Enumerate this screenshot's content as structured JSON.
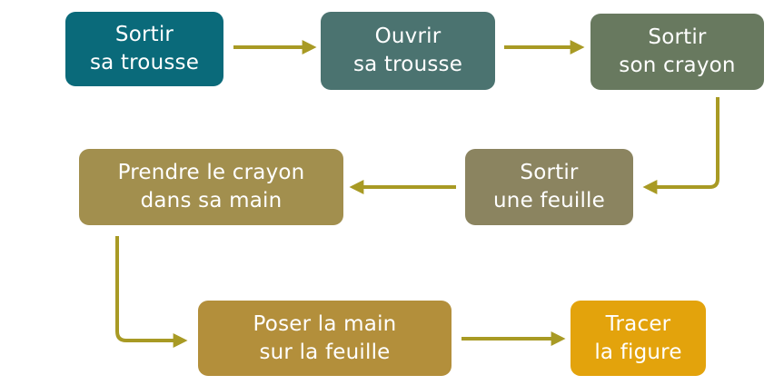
{
  "steps": [
    {
      "id": "sortir-trousse",
      "lines": [
        "Sortir",
        "sa trousse"
      ],
      "color": "#0a6a7a"
    },
    {
      "id": "ouvrir-trousse",
      "lines": [
        "Ouvrir",
        "sa trousse"
      ],
      "color": "#4b7370"
    },
    {
      "id": "sortir-crayon",
      "lines": [
        "Sortir",
        "son crayon"
      ],
      "color": "#68795f"
    },
    {
      "id": "sortir-feuille",
      "lines": [
        "Sortir",
        "une feuille"
      ],
      "color": "#8b8460"
    },
    {
      "id": "prendre-crayon",
      "lines": [
        "Prendre le crayon",
        "dans sa main"
      ],
      "color": "#a28f4e"
    },
    {
      "id": "poser-main",
      "lines": [
        "Poser la main",
        "sur la feuille"
      ],
      "color": "#b38f3b"
    },
    {
      "id": "tracer-figure",
      "lines": [
        "Tracer",
        "la figure"
      ],
      "color": "#e3a30c"
    }
  ],
  "arrow_color": "#a89a24"
}
